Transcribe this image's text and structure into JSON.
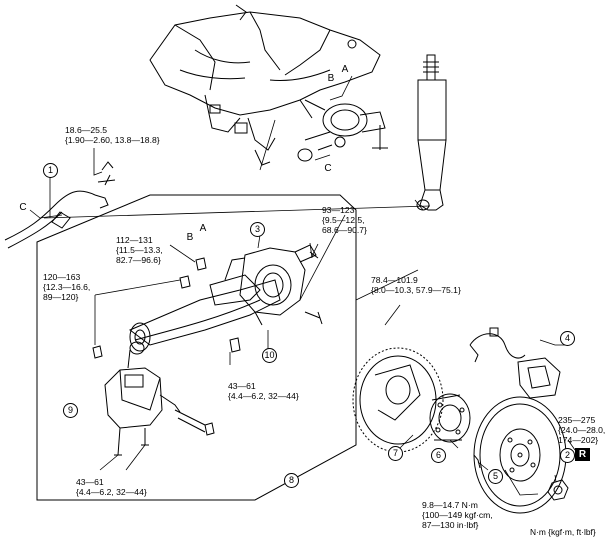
{
  "diagram": {
    "torque_specs": {
      "t1": [
        "18.6—25.5",
        "{1.90—2.60, 13.8—18.8}"
      ],
      "t2": [
        "93—123",
        "{9.5—12.5,",
        "68.6—90.7}"
      ],
      "t3": [
        "112—131",
        "{11.5—13.3,",
        "82.7—96.6}"
      ],
      "t4": [
        "120—163",
        "{12.3—16.6,",
        "89—120}"
      ],
      "t5": [
        "78.4—101.9",
        "{8.0—10.3, 57.9—75.1}"
      ],
      "t6": [
        "43—61",
        "{4.4—6.2, 32—44}"
      ],
      "t7": [
        "43—61",
        "{4.4—6.2, 32—44}"
      ],
      "t8": [
        "235—275",
        "{24.0—28.0,",
        "174—202}"
      ],
      "t9": [
        "9.8—14.7 N·m",
        "{100—149 kgf·cm,",
        "87—130 in·lbf}"
      ]
    },
    "callouts": [
      "1",
      "2",
      "3",
      "4",
      "5",
      "6",
      "7",
      "8",
      "9",
      "10"
    ],
    "letters": {
      "a": "A",
      "b": "B",
      "c": "C"
    },
    "r_mark": "R",
    "units_legend": "N·m {kgf·m, ft·lbf}"
  }
}
